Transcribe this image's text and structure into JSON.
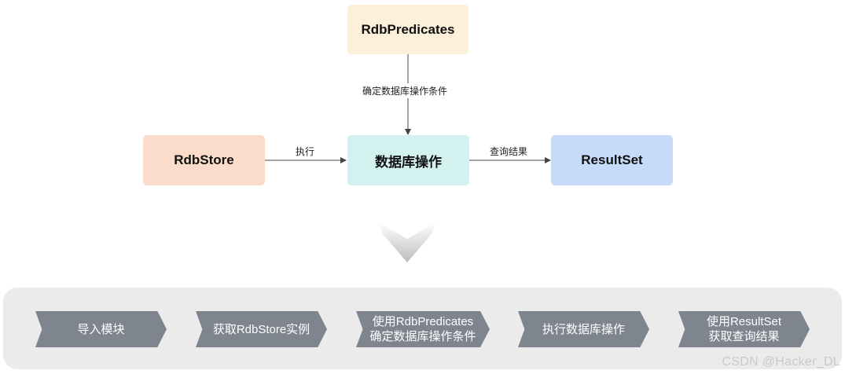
{
  "diagram": {
    "nodes": {
      "predicates": {
        "label": "RdbPredicates",
        "color": "#fdf0da"
      },
      "store": {
        "label": "RdbStore",
        "color": "#fbdcca"
      },
      "operation": {
        "label": "数据库操作",
        "color": "#d3f1ef"
      },
      "resultset": {
        "label": "ResultSet",
        "color": "#c6daf9"
      }
    },
    "edges": {
      "predicates_to_operation": "确定数据库操作条件",
      "store_to_operation": "执行",
      "operation_to_resultset": "查询结果"
    }
  },
  "steps": [
    {
      "lines": [
        "导入模块"
      ]
    },
    {
      "lines": [
        "获取RdbStore实例"
      ]
    },
    {
      "lines": [
        "使用RdbPredicates",
        "确定数据库操作条件"
      ]
    },
    {
      "lines": [
        "执行数据库操作"
      ]
    },
    {
      "lines": [
        "使用ResultSet",
        "获取查询结果"
      ]
    }
  ],
  "watermark": "CSDN @Hacker_DL"
}
